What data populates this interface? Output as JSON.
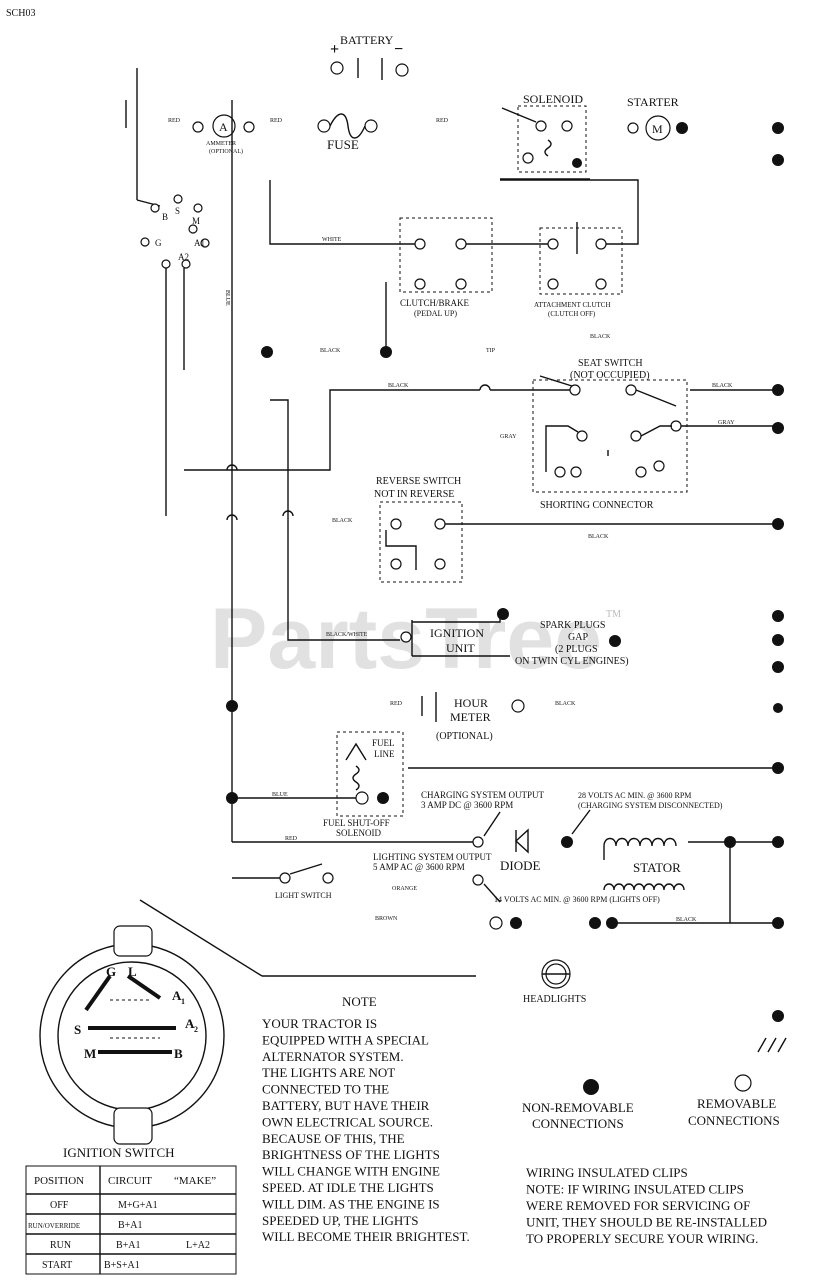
{
  "doc_id": "SCH03",
  "watermark": "PartsTree",
  "watermark_tm": "TM",
  "components": {
    "battery": "BATTERY",
    "plus": "+",
    "minus": "−",
    "ammeter_symbol": "A",
    "ammeter_label_1": "AMMETER",
    "ammeter_label_2": "(OPTIONAL)",
    "fuse": "FUSE",
    "solenoid": "SOLENOID",
    "starter": "STARTER",
    "starter_symbol": "M",
    "clutch_brake_1": "CLUTCH/BRAKE",
    "clutch_brake_2": "(PEDAL UP)",
    "attachment_clutch_1": "ATTACHMENT CLUTCH",
    "attachment_clutch_2": "(CLUTCH OFF)",
    "seat_switch_1": "SEAT SWITCH",
    "seat_switch_2": "(NOT OCCUPIED)",
    "shorting_connector": "SHORTING CONNECTOR",
    "reverse_switch_1": "REVERSE SWITCH",
    "reverse_switch_2": "NOT IN REVERSE",
    "ignition_unit_1": "IGNITION",
    "ignition_unit_2": "UNIT",
    "spark_plugs_1": "SPARK PLUGS",
    "spark_plugs_2": "GAP",
    "spark_plugs_3": "(2 PLUGS",
    "spark_plugs_4": "ON TWIN CYL ENGINES)",
    "hour_meter_1": "HOUR",
    "hour_meter_2": "METER",
    "hour_meter_3": "(OPTIONAL)",
    "fuel_line_1": "FUEL",
    "fuel_line_2": "LINE",
    "fuel_solenoid_1": "FUEL SHUT-OFF",
    "fuel_solenoid_2": "SOLENOID",
    "charging_output_1": "CHARGING SYSTEM OUTPUT",
    "charging_output_2": "3 AMP DC @ 3600 RPM",
    "volts28_1": "28 VOLTS AC MIN. @ 3600 RPM",
    "volts28_2": "(CHARGING SYSTEM DISCONNECTED)",
    "diode": "DIODE",
    "stator": "STATOR",
    "lighting_output_1": "LIGHTING SYSTEM OUTPUT",
    "lighting_output_2": "5 AMP AC @ 3600 RPM",
    "volts14": "14 VOLTS AC MIN. @ 3600 RPM (LIGHTS OFF)",
    "light_switch": "LIGHT SWITCH",
    "headlights": "HEADLIGHTS",
    "ign_terminals": [
      "B",
      "S",
      "M",
      "G",
      "A1",
      "A2"
    ]
  },
  "wire_colors": {
    "red_1": "RED",
    "red_2": "RED",
    "red_3": "RED",
    "white": "WHITE",
    "black_1": "BLACK",
    "black_2": "BLACK",
    "black_3": "BLACK",
    "black_4": "BLACK",
    "black_5": "BLACK",
    "black_6": "BLACK",
    "black_7": "BLACK",
    "blue": "BLUE",
    "gray_1": "GRAY",
    "gray_2": "GRAY",
    "black_white": "BLACK/WHITE",
    "tip": "TIP",
    "orange": "ORANGE",
    "brown": "BROWN",
    "red_v": "RED",
    "red_l": "RED"
  },
  "note": {
    "title": "NOTE",
    "lines": [
      "YOUR TRACTOR IS",
      "EQUIPPED WITH A SPECIAL",
      "ALTERNATOR SYSTEM.",
      "THE LIGHTS ARE NOT",
      "CONNECTED TO THE",
      "BATTERY, BUT HAVE THEIR",
      "OWN ELECTRICAL SOURCE.",
      "BECAUSE OF THIS, THE",
      "BRIGHTNESS OF THE LIGHTS",
      "WILL CHANGE WITH ENGINE",
      "SPEED.  AT IDLE THE LIGHTS",
      "WILL DIM.  AS THE ENGINE IS",
      "SPEEDED UP, THE LIGHTS",
      "WILL BECOME THEIR BRIGHTEST."
    ]
  },
  "legend": {
    "non_removable_1": "NON-REMOVABLE",
    "non_removable_2": "CONNECTIONS",
    "removable_1": "REMOVABLE",
    "removable_2": "CONNECTIONS"
  },
  "clips_note": {
    "lines": [
      "WIRING INSULATED CLIPS",
      "NOTE:  IF WIRING INSULATED CLIPS",
      "WERE REMOVED FOR SERVICING OF",
      "UNIT, THEY SHOULD BE RE-INSTALLED",
      "TO PROPERLY SECURE YOUR WIRING."
    ]
  },
  "ignition_switch": {
    "title": "IGNITION SWITCH",
    "face_labels": [
      "G",
      "L",
      "A1",
      "A2",
      "S",
      "M",
      "B"
    ],
    "headers": [
      "POSITION",
      "CIRCUIT",
      "“MAKE”"
    ],
    "rows": [
      {
        "position": "OFF",
        "circuit": "M+G+A1",
        "make": ""
      },
      {
        "position": "RUN/OVERRIDE",
        "circuit": "B+A1",
        "make": ""
      },
      {
        "position": "RUN",
        "circuit": "B+A1",
        "make": "L+A2"
      },
      {
        "position": "START",
        "circuit": "B+S+A1",
        "make": ""
      }
    ]
  }
}
